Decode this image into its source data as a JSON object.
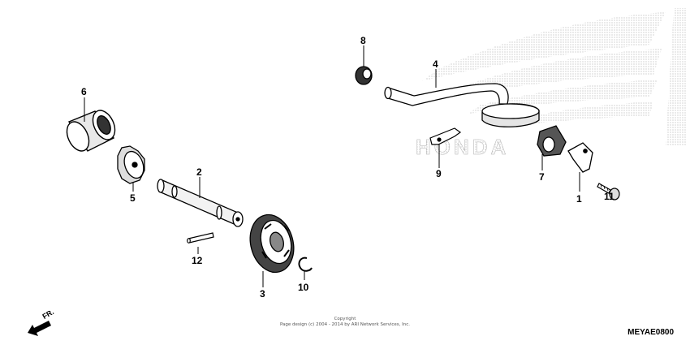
{
  "callouts": {
    "p1": "1",
    "p2": "2",
    "p3": "3",
    "p4": "4",
    "p5": "5",
    "p6": "6",
    "p7": "7",
    "p8": "8",
    "p9": "9",
    "p10": "10",
    "p11": "11",
    "p12": "12"
  },
  "watermark": {
    "text": "HONDA"
  },
  "direction": {
    "label": "FR."
  },
  "footer": {
    "copyright_line1": "Copyright",
    "copyright_line2": "Page design (c) 2004 - 2014 by ARI Network Services, Inc.",
    "diagram_code": "MEYAE0800"
  }
}
